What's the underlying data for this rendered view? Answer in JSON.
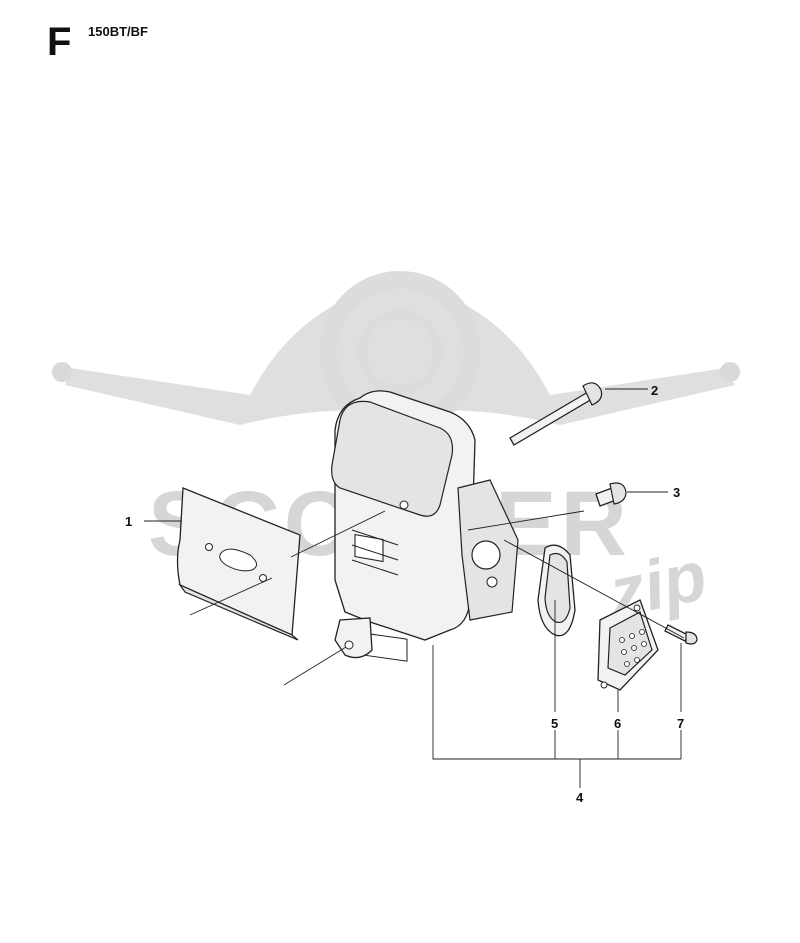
{
  "header": {
    "section_letter": "F",
    "model_code": "150BT/BF"
  },
  "watermark": {
    "brand": "SCOOTER",
    "script": "zip"
  },
  "callouts": [
    "1",
    "2",
    "3",
    "4",
    "5",
    "6",
    "7"
  ],
  "colors": {
    "line": "#222222",
    "watermark": "#d9d9d9"
  }
}
